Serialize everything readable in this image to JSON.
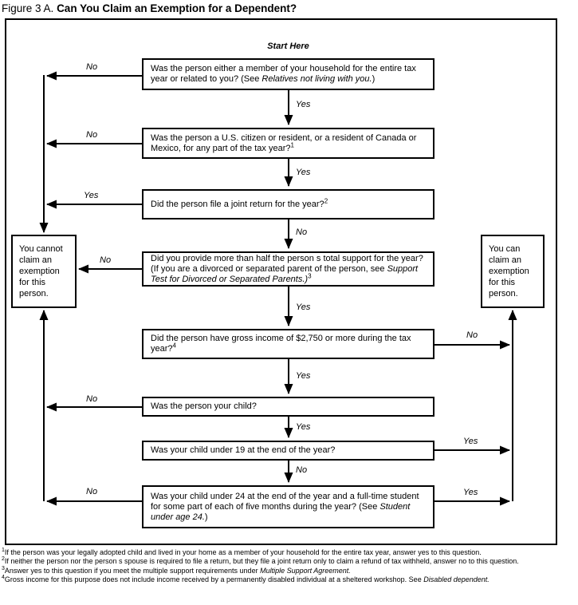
{
  "title": {
    "prefix": "Figure 3 A.",
    "main": "Can You Claim an Exemption for a Dependent?"
  },
  "start_here": "Start Here",
  "questions": [
    {
      "pre": "Was the person either a member of your household for the entire tax year or related to you? (See ",
      "italic": "Relatives not living with you.",
      "post": ")"
    },
    {
      "pre": "Was the person a U.S. citizen or resident, or a resident of Canada or Mexico, for any part of the tax year?",
      "sup": "1"
    },
    {
      "pre": "Did the person file a joint return for the year?",
      "sup": "2"
    },
    {
      "pre": "Did you provide more than half the person s total support for the year? (If you are a divorced or separated parent of the person, see ",
      "italic": "Support Test for Divorced or Separated Parents.)",
      "sup": "3"
    },
    {
      "pre": "Did the person have gross income of $2,750 or more during the tax year?",
      "sup": "4"
    },
    {
      "pre": "Was the person your child?"
    },
    {
      "pre": "Was your child under 19 at the end of the year?"
    },
    {
      "pre": "Was your child under 24 at the end of the year and a full-time student for some part of each of five months during the year? (See ",
      "italic": "Student under age 24.",
      "post": ")"
    }
  ],
  "outcomes": {
    "cannot": "You cannot claim an exemption for this person.",
    "can": "You can claim an exemption for this person."
  },
  "edge_labels": [
    {
      "text": "No"
    },
    {
      "text": "Yes"
    },
    {
      "text": "No"
    },
    {
      "text": "Yes"
    },
    {
      "text": "Yes"
    },
    {
      "text": "No"
    },
    {
      "text": "No"
    },
    {
      "text": "Yes"
    },
    {
      "text": "No"
    },
    {
      "text": "Yes"
    },
    {
      "text": "No"
    },
    {
      "text": "Yes"
    },
    {
      "text": "Yes"
    },
    {
      "text": "No"
    },
    {
      "text": "No"
    },
    {
      "text": "Yes"
    }
  ],
  "footnotes": [
    {
      "sup": "1",
      "text": "If the person was your legally adopted child and lived in your home as a member of your household for the entire tax year, answer yes to this question.",
      "italic": ""
    },
    {
      "sup": "2",
      "text": "If neither the person nor the person s spouse is required to file a return, but they file a joint return only to claim a refund of tax withheld, answer no to this question.",
      "italic": ""
    },
    {
      "sup": "3",
      "text": "Answer yes to this question if you meet the multiple support requirements under ",
      "italic": "Multiple Support Agreement."
    },
    {
      "sup": "4",
      "text": "Gross income for this purpose does not include income received by a permanently disabled individual at a sheltered workshop. See ",
      "italic": "Disabled dependent."
    }
  ],
  "colors": {
    "ink": "#000000",
    "paper": "#ffffff"
  }
}
